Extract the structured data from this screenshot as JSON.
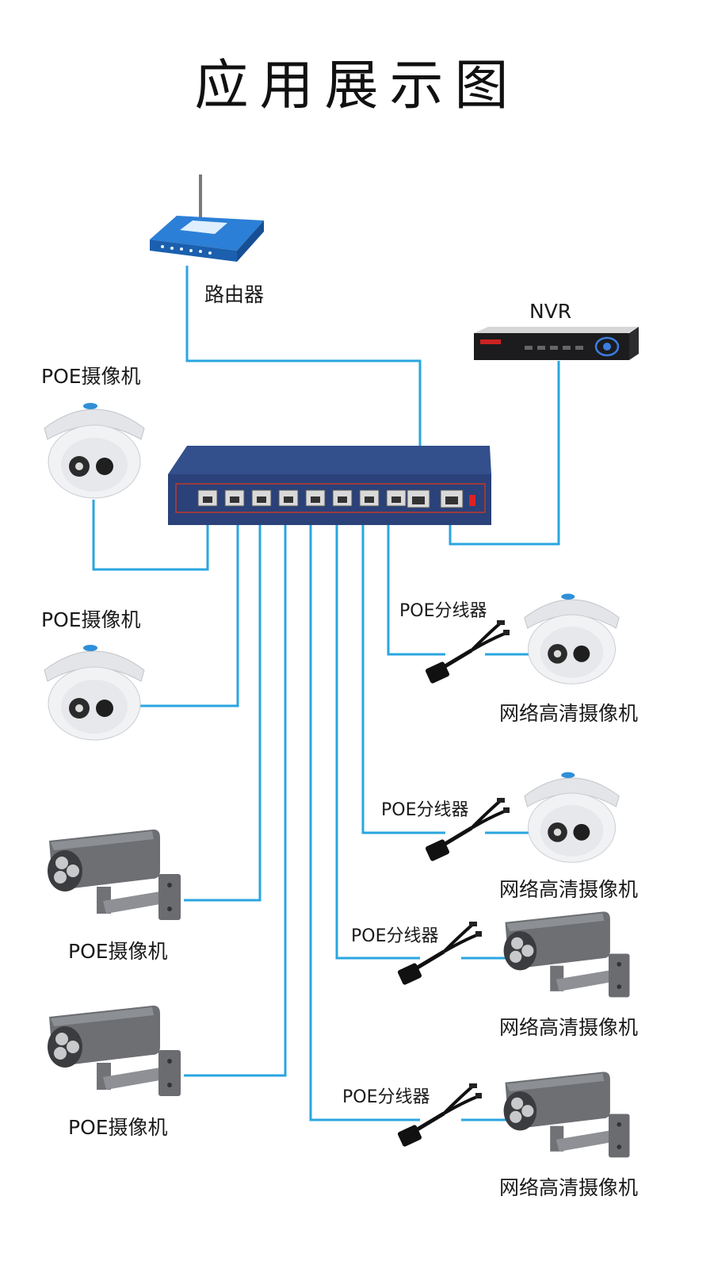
{
  "title": "应用展示图",
  "router": {
    "label": "路由器"
  },
  "nvr": {
    "label": "NVR"
  },
  "left_cameras": [
    {
      "label": "POE摄像机",
      "type": "dome"
    },
    {
      "label": "POE摄像机",
      "type": "dome"
    },
    {
      "label": "POE摄像机",
      "type": "bullet"
    },
    {
      "label": "POE摄像机",
      "type": "bullet"
    }
  ],
  "right_cameras": [
    {
      "splitter_label": "POE分线器",
      "label": "网络高清摄像机",
      "type": "dome"
    },
    {
      "splitter_label": "POE分线器",
      "label": "网络高清摄像机",
      "type": "dome"
    },
    {
      "splitter_label": "POE分线器",
      "label": "网络高清摄像机",
      "type": "bullet"
    },
    {
      "splitter_label": "POE分线器",
      "label": "网络高清摄像机",
      "type": "bullet"
    }
  ],
  "colors": {
    "link": "#2aa6e0",
    "switch_body": "#2c4a8a",
    "router_body": "#2b7fd6"
  }
}
